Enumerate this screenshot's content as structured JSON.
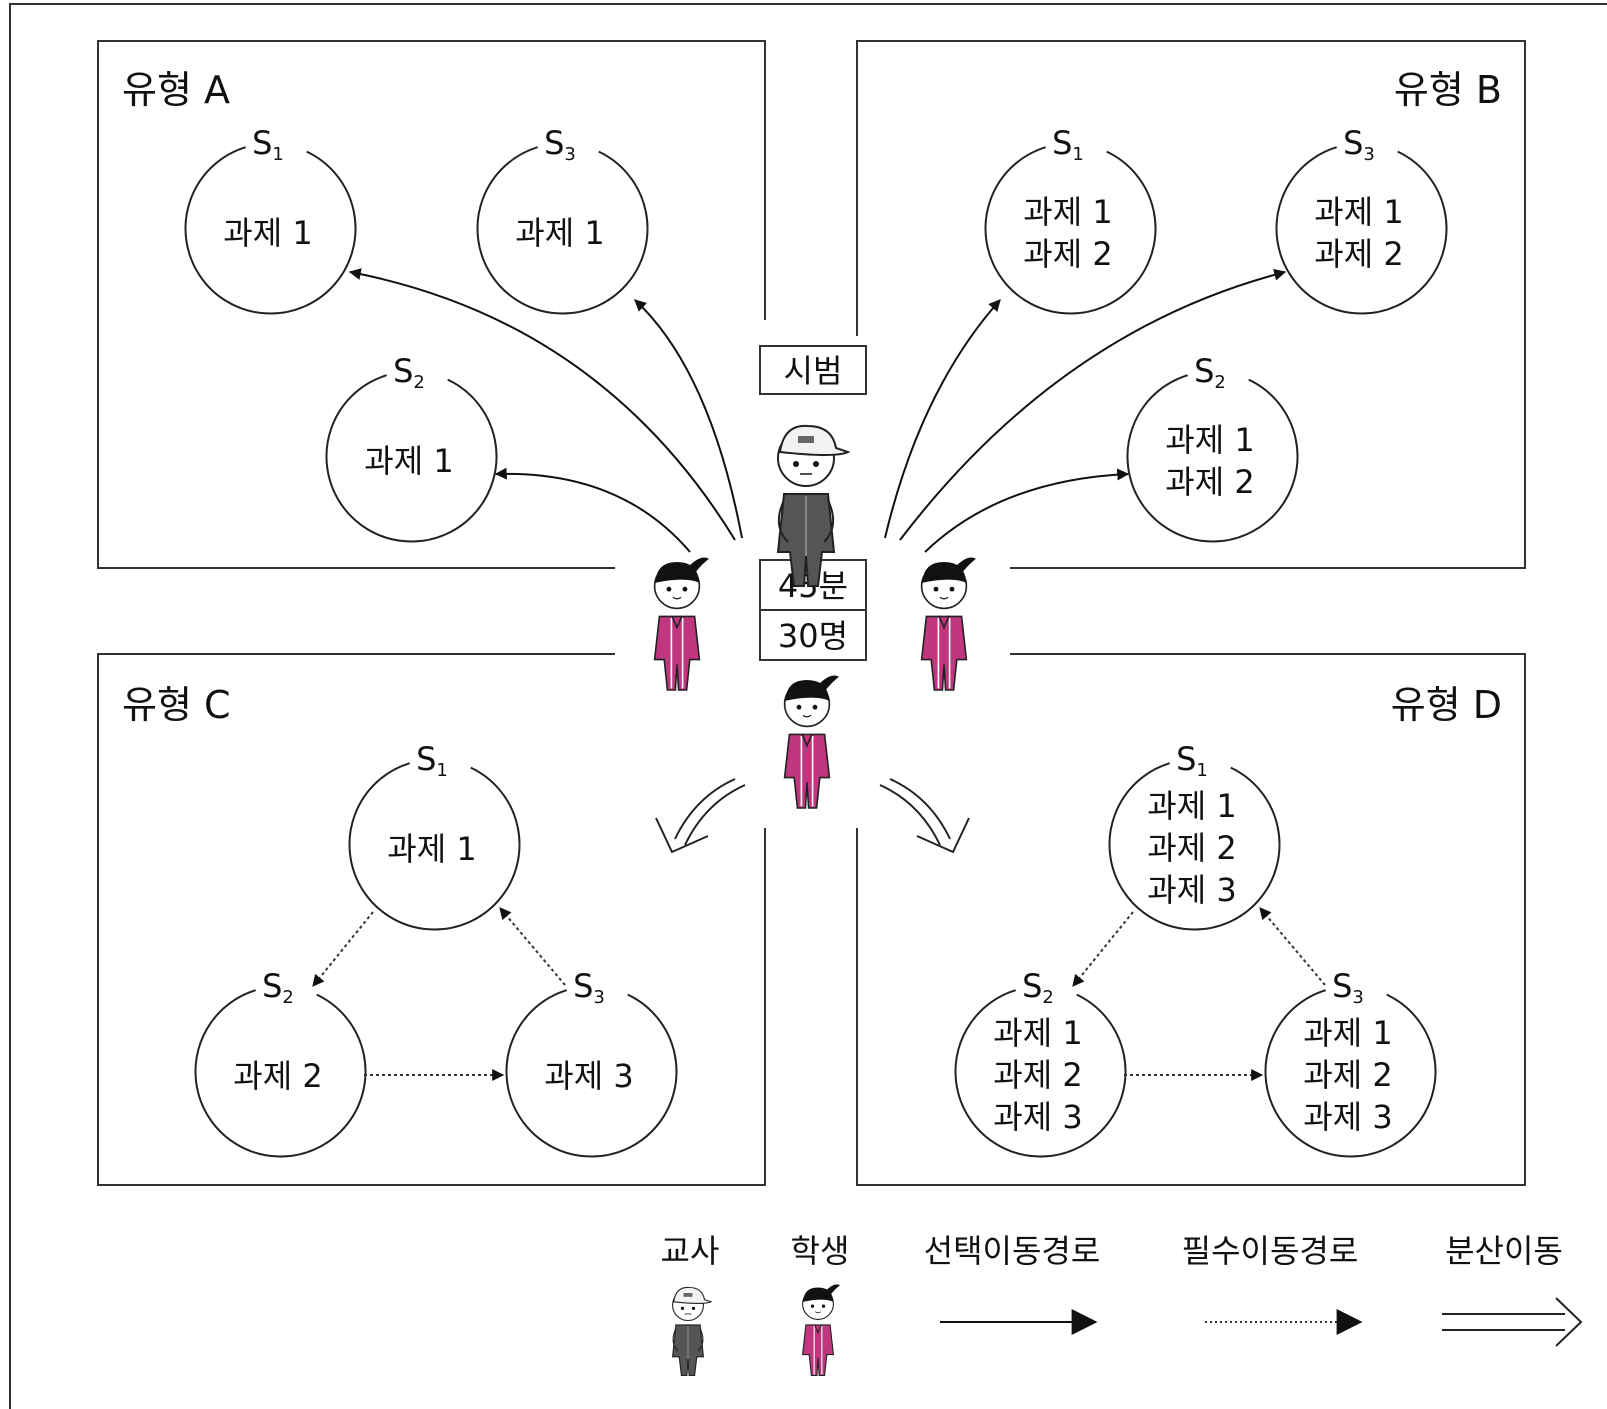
{
  "panels": {
    "a": {
      "title": "유형 A",
      "s1": {
        "station": "S",
        "sub": "1",
        "tasks": [
          "과제 1"
        ]
      },
      "s2": {
        "station": "S",
        "sub": "2",
        "tasks": [
          "과제 1"
        ]
      },
      "s3": {
        "station": "S",
        "sub": "3",
        "tasks": [
          "과제 1"
        ]
      }
    },
    "b": {
      "title": "유형 B",
      "s1": {
        "station": "S",
        "sub": "1",
        "tasks": [
          "과제 1",
          "과제 2"
        ]
      },
      "s2": {
        "station": "S",
        "sub": "2",
        "tasks": [
          "과제 1",
          "과제 2"
        ]
      },
      "s3": {
        "station": "S",
        "sub": "3",
        "tasks": [
          "과제 1",
          "과제 2"
        ]
      }
    },
    "c": {
      "title": "유형 C",
      "s1": {
        "station": "S",
        "sub": "1",
        "tasks": [
          "과제 1"
        ]
      },
      "s2": {
        "station": "S",
        "sub": "2",
        "tasks": [
          "과제 2"
        ]
      },
      "s3": {
        "station": "S",
        "sub": "3",
        "tasks": [
          "과제 3"
        ]
      }
    },
    "d": {
      "title": "유형 D",
      "s1": {
        "station": "S",
        "sub": "1",
        "tasks": [
          "과제 1",
          "과제 2",
          "과제 3"
        ]
      },
      "s2": {
        "station": "S",
        "sub": "2",
        "tasks": [
          "과제 1",
          "과제 2",
          "과제 3"
        ]
      },
      "s3": {
        "station": "S",
        "sub": "3",
        "tasks": [
          "과제 1",
          "과제 2",
          "과제 3"
        ]
      }
    }
  },
  "center": {
    "demo": "시범",
    "time": "45분",
    "count": "30명"
  },
  "legend": {
    "teacher": "교사",
    "student": "학생",
    "optional_path": "선택이동경로",
    "required_path": "필수이동경로",
    "dispersal": "분산이동"
  },
  "colors": {
    "student_suit": "#c0367f",
    "teacher_suit": "#555555",
    "hair": "#111111"
  }
}
